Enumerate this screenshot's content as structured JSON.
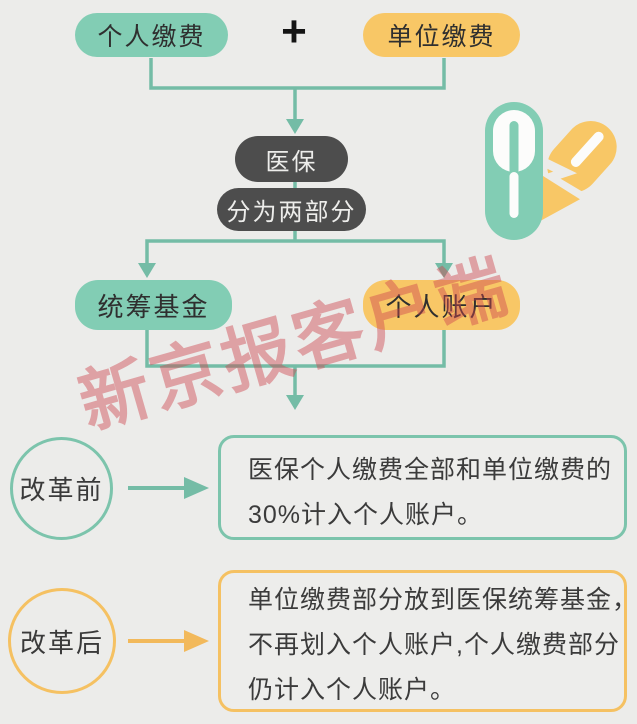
{
  "colors": {
    "background": "#ECECEA",
    "teal_fill": "#82CDB4",
    "teal_line": "#74BCA6",
    "yellow_fill": "#F8C766",
    "yellow_line": "#F2B95B",
    "dark_fill": "#4D4D4D",
    "watermark_red": "#CE4650"
  },
  "flow": {
    "personal_pay": "个人缴费",
    "plus": "+",
    "employer_pay": "单位缴费",
    "yibao": "医保",
    "split": "分为两部分",
    "pool_fund": "统筹基金",
    "personal_account": "个人账户"
  },
  "watermark": {
    "text": "新京报客户端"
  },
  "icons": {
    "capsule": "capsule-and-broken-pill"
  },
  "before": {
    "label": "改革前",
    "lines": [
      "医保个人缴费全部和单位缴费的",
      "30%计入个人账户。"
    ]
  },
  "after": {
    "label": "改革后",
    "lines": [
      "单位缴费部分放到医保统筹基金，",
      "不再划入个人账户,个人缴费部分",
      "仍计入个人账户。"
    ]
  }
}
